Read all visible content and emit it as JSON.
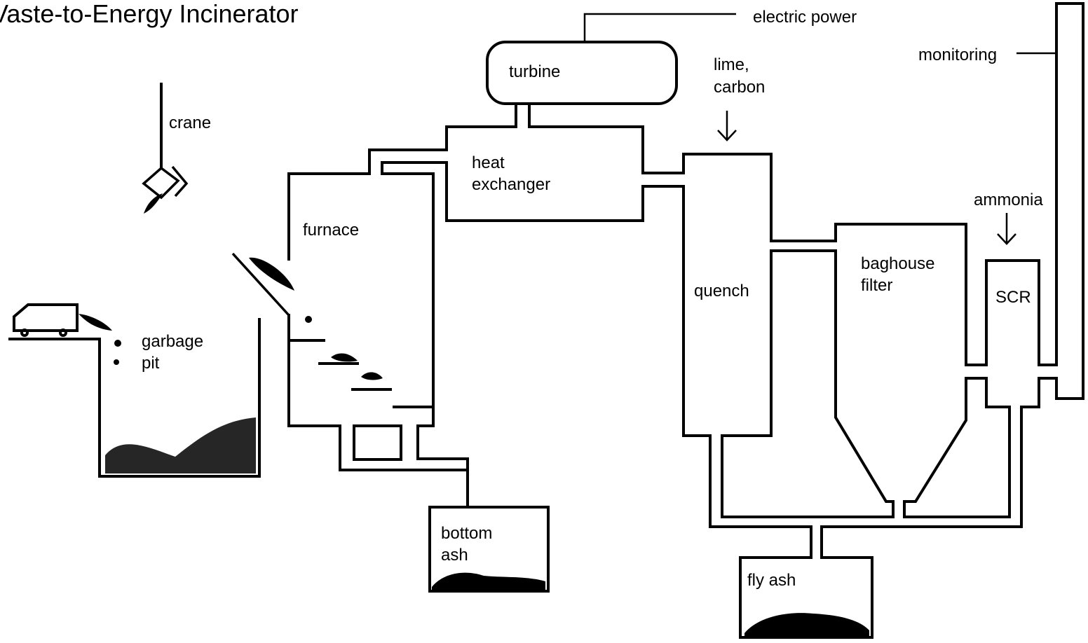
{
  "title": "Vaste-to-Energy Incinerator",
  "labels": {
    "electric_power": "electric power",
    "turbine": "turbine",
    "lime_1": "lime,",
    "lime_2": "carbon",
    "monitoring": "monitoring",
    "crane": "crane",
    "heat_1": "heat",
    "heat_2": "exchanger",
    "furnace": "furnace",
    "ammonia": "ammonia",
    "baghouse_1": "baghouse",
    "baghouse_2": "filter",
    "quench": "quench",
    "scr": "SCR",
    "garbage_1": "garbage",
    "garbage_2": "pit",
    "bottom_ash_1": "bottom",
    "bottom_ash_2": "ash",
    "fly_ash": "fly ash"
  },
  "colors": {
    "line": "#000000",
    "background": "#ffffff"
  }
}
